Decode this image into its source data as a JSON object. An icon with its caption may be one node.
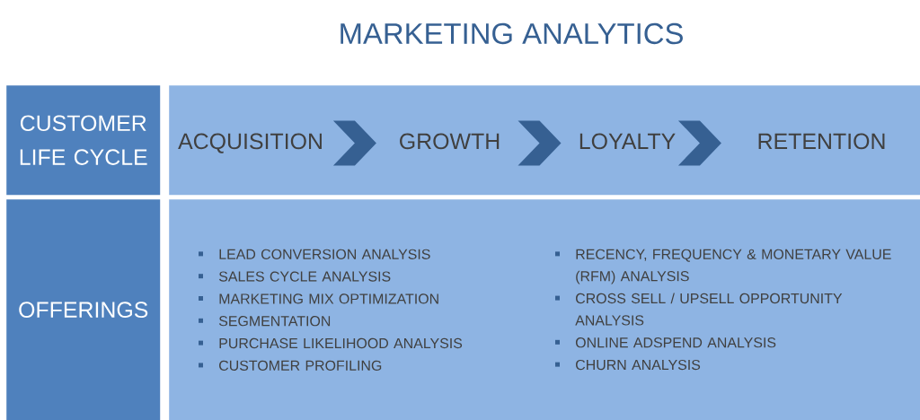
{
  "diagram": {
    "title": "MARKETING ANALYTICS",
    "nodes": [
      {
        "text": [
          "CUSTOMER LIFE CYCLE"
        ]
      },
      {
        "text": [],
        "shape": "box"
      },
      {
        "text": [
          "ACQUISITION"
        ],
        "in": 1
      },
      {
        "text": [
          "GROWTH"
        ],
        "in": 1
      },
      {
        "text": [
          "LOYALTY"
        ],
        "in": 1
      },
      {
        "text": [
          "RETENTION"
        ],
        "in": 1
      },
      {
        "text": [
          "OFFERINGS"
        ]
      },
      {
        "text": [
          "LEAD CONVERSION ANALYSIS",
          "SALES CYCLE ANALYSIS",
          "MARKETING MIX OPTIMIZATION",
          "SEGMENTATION",
          "PURCHASE LIKELIHOOD ANALYSIS",
          "CUSTOMER PROFILING",
          "RECENCY, FREQUENCY & MONETARY VALUE (RFM) ANALYSIS",
          "CROSS SELL / UPSELL OPPORTUNITY ANALYSIS",
          "ONLINE ADSPEND ANALYSIS",
          "CHURN ANALYSIS"
        ]
      }
    ],
    "edges": [
      {
        "from": 2,
        "to": 3,
        "arrow": "to"
      },
      {
        "from": 3,
        "to": 4,
        "arrow": "to"
      },
      {
        "from": 4,
        "to": 5,
        "arrow": "to"
      }
    ]
  }
}
